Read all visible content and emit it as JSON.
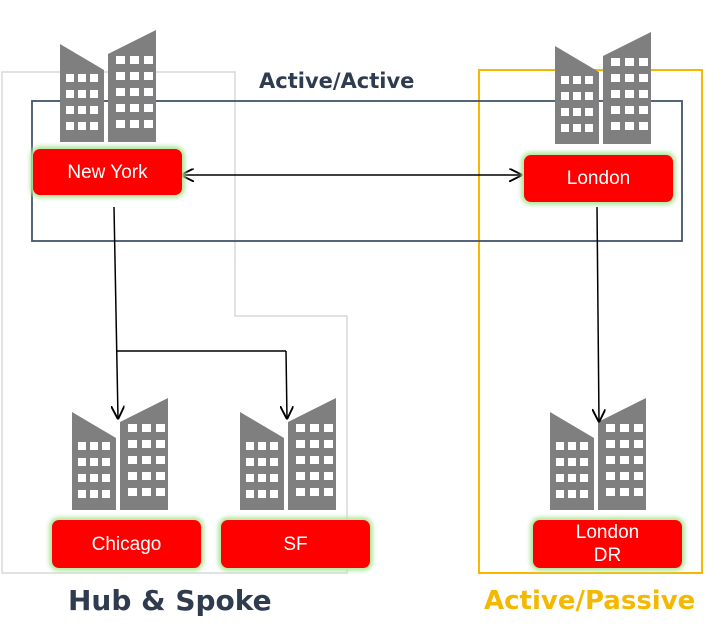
{
  "labels": {
    "active_active": "Active/Active",
    "hub_spoke": "Hub & Spoke",
    "active_passive": "Active/Passive"
  },
  "nodes": {
    "new_york": "New York",
    "london": "London",
    "chicago": "Chicago",
    "sf": "SF",
    "london_dr": "London\nDR"
  },
  "colors": {
    "node_fill": "#ff0000",
    "node_glow": "#b3e6a0",
    "building": "#7f7f7f",
    "active_active_box": "#44546a",
    "active_passive_box": "#f5b800",
    "hub_spoke_box": "#d9d9d9",
    "hub_spoke_text": "#2f3c4f",
    "active_passive_text": "#f5b800"
  },
  "icons": [
    "building-icon",
    "arrow-icon"
  ]
}
